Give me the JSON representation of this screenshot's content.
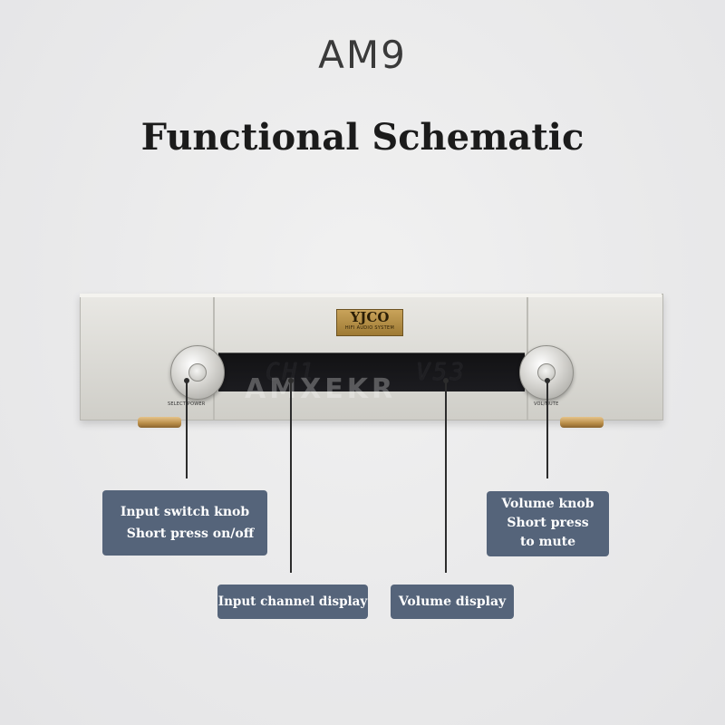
{
  "header": {
    "model": "AM9",
    "title": "Functional Schematic"
  },
  "device": {
    "logo_brand": "YJCO",
    "logo_sub": "HIFI AUDIO SYSTEM",
    "input_display": "CH1",
    "volume_display": "V53",
    "left_knob_label": "SELECT/POWER",
    "right_knob_label": "VOL/MUTE",
    "watermark": "AMXEKR"
  },
  "callouts": {
    "input_switch": {
      "line1": "Input switch knob",
      "line2": "Short press on/off"
    },
    "volume_knob": {
      "line1": "Volume knob",
      "line2": "Short press",
      "line3": "to mute"
    },
    "input_channel": {
      "label": "Input channel display"
    },
    "volume_display": {
      "label": "Volume display"
    }
  },
  "colors": {
    "callout_bg": "#55647a",
    "foot_gold": "#b88c48",
    "logo_gold": "#c9a35a"
  }
}
